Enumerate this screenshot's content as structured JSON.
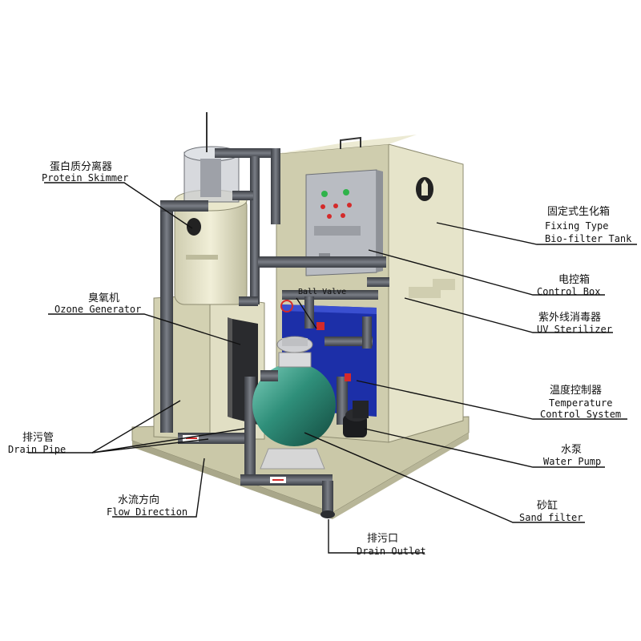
{
  "labels": {
    "protein_skimmer": {
      "cn": "蛋白质分离器",
      "en": "Protein Skimmer"
    },
    "ozone_generator": {
      "cn": "臭氧机",
      "en": "Ozone Generator"
    },
    "drain_pipe": {
      "cn": "排污管",
      "en": "Drain Pipe"
    },
    "flow_direction": {
      "cn": "水流方向",
      "en": "Flow Direction"
    },
    "drain_outlet": {
      "cn": "排污口",
      "en": "Drain Outlet"
    },
    "biofilter_tank": {
      "cn": "固定式生化箱",
      "en1": "Fixing Type",
      "en2": "Bio-filter Tank"
    },
    "control_box": {
      "cn": "电控箱",
      "en": "Control Box"
    },
    "uv_sterilizer": {
      "cn": "紫外线消毒器",
      "en": "UV Sterilizer"
    },
    "temperature_control": {
      "cn": "温度控制器",
      "en1": "Temperature",
      "en2": "Control System"
    },
    "water_pump": {
      "cn": "水泵",
      "en": "Water Pump"
    },
    "sand_filter": {
      "cn": "砂缸",
      "en": "Sand filter"
    },
    "ball_valve": {
      "en": "Ball Valve"
    }
  },
  "colors": {
    "tank": "#d8d6b8",
    "tank_dark": "#bdbb9c",
    "pipe": "#55585e",
    "water": "#1c2fa8",
    "sand_filter": "#2f8f7a",
    "control_box": "#b9bcc2",
    "indicator_green": "#2fb34a",
    "indicator_red": "#d42a2a"
  }
}
